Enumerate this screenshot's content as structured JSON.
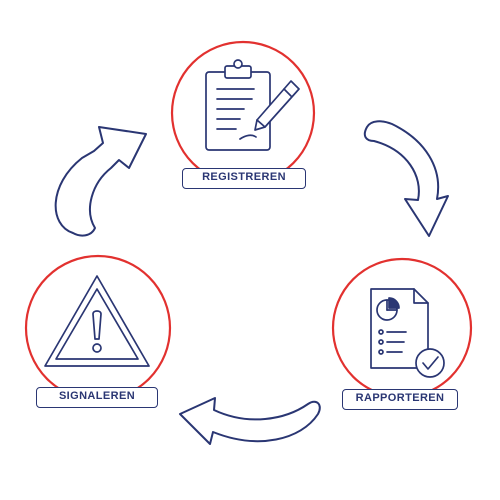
{
  "colors": {
    "circle_outline": "#e2312f",
    "line_art": "#2a3673",
    "background": "#ffffff"
  },
  "stages": {
    "registreren": {
      "label": "REGISTREREN",
      "icon": "clipboard-pencil-icon"
    },
    "rapporteren": {
      "label": "RAPPORTEREN",
      "icon": "report-document-checkmark-icon"
    },
    "signaleren": {
      "label": "SIGNALEREN",
      "icon": "warning-triangle-icon"
    }
  },
  "arrows": [
    {
      "from": "registreren",
      "to": "rapporteren"
    },
    {
      "from": "rapporteren",
      "to": "signaleren"
    },
    {
      "from": "signaleren",
      "to": "registreren"
    }
  ]
}
